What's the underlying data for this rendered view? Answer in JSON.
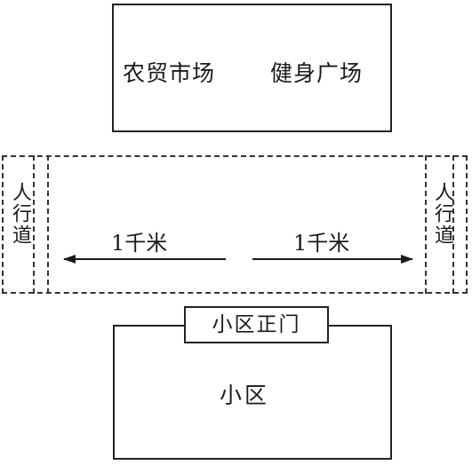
{
  "top_block": {
    "market_label": "农贸市场",
    "fitness_label": "健身广场"
  },
  "road": {
    "sidewalk_left": "人行道",
    "sidewalk_right": "人行道",
    "distance_left": "1千米",
    "distance_right": "1千米"
  },
  "bottom_block": {
    "gate_label": "小区正门",
    "community_label": "小区"
  }
}
